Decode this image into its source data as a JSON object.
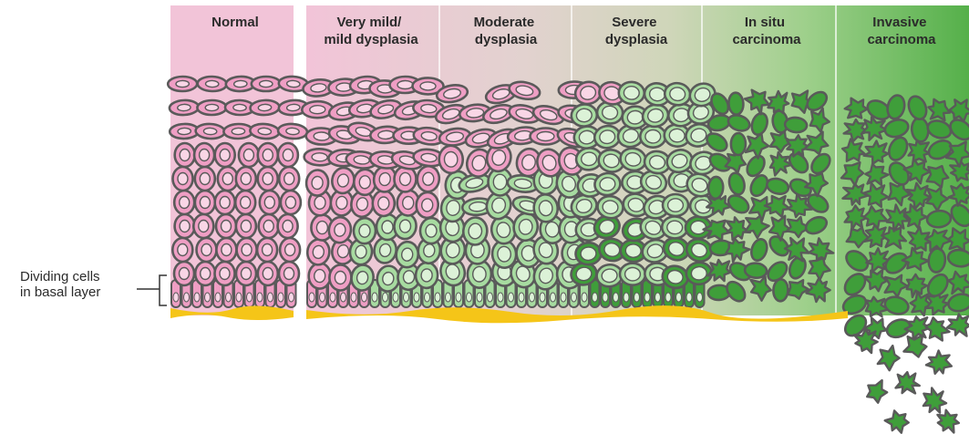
{
  "stages": [
    {
      "id": "normal",
      "lines": [
        "Normal"
      ]
    },
    {
      "id": "very-mild-mild-dysplasia",
      "lines": [
        "Very mild/",
        "mild dysplasia"
      ]
    },
    {
      "id": "moderate-dysplasia",
      "lines": [
        "Moderate",
        "dysplasia"
      ]
    },
    {
      "id": "severe-dysplasia",
      "lines": [
        "Severe",
        "dysplasia"
      ]
    },
    {
      "id": "in-situ-carcinoma",
      "lines": [
        "In situ",
        "carcinoma"
      ]
    },
    {
      "id": "invasive-carcinoma",
      "lines": [
        "Invasive",
        "carcinoma"
      ]
    }
  ],
  "callout": {
    "lines": [
      "Dividing cells",
      "in basal layer"
    ]
  },
  "colors": {
    "normal_bg": "#f2c4d8",
    "invasive_bg": "#55b04a",
    "normal_cell": "#ef9ec4",
    "normal_nucleus": "#f9d6e6",
    "dysplastic_cell": "#a7dba0",
    "dysplastic_nucleus": "#dcf2d7",
    "carcinoma_cell": "#3f9e3a",
    "cell_outline": "#5a5a5a",
    "basement_membrane": "#f5c518"
  }
}
